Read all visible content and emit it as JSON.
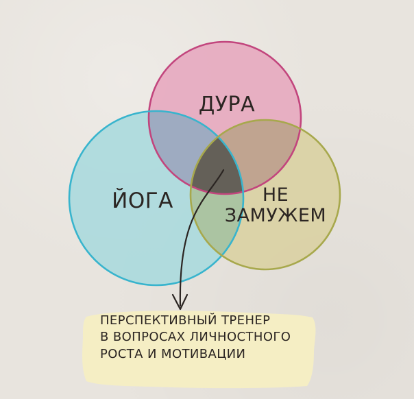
{
  "labels": {
    "top": "Дура",
    "left": "Йога",
    "right_line1": "Не",
    "right_line2": "Замужем"
  },
  "caption": {
    "line1": "Перспективный тренер",
    "line2": "в вопросах личностного",
    "line3": "роста и мотивации"
  },
  "colors": {
    "top_fill": "#e7a8bf",
    "top_stroke": "#c2457d",
    "left_fill": "#a9dadd",
    "left_stroke": "#38b4cd",
    "right_fill": "#d9d0a1",
    "right_stroke": "#a7a84c",
    "center": "#5e5852",
    "highlight": "#f6eec3",
    "ink": "#2b2522"
  }
}
